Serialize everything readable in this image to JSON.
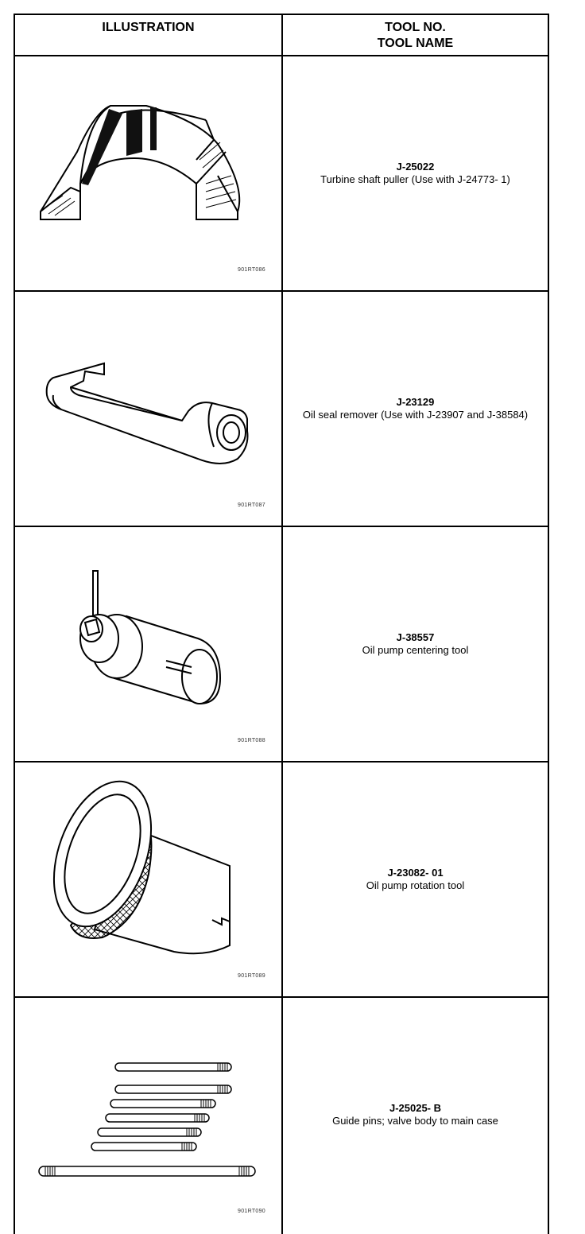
{
  "header": {
    "illustration": "ILLUSTRATION",
    "tool_no": "TOOL NO.",
    "tool_name": "TOOL NAME"
  },
  "rows": [
    {
      "tool_no": "J-25022",
      "tool_name": "Turbine shaft puller (Use with J-24773- 1)",
      "fig_code": "901RT086",
      "icon": "turbine-shaft-puller-icon"
    },
    {
      "tool_no": "J-23129",
      "tool_name": "Oil seal remover (Use with J-23907 and J-38584)",
      "fig_code": "901RT087",
      "icon": "oil-seal-remover-icon"
    },
    {
      "tool_no": "J-38557",
      "tool_name": "Oil pump centering tool",
      "fig_code": "901RT088",
      "icon": "oil-pump-centering-tool-icon"
    },
    {
      "tool_no": "J-23082- 01",
      "tool_name": "Oil pump rotation tool",
      "fig_code": "901RT089",
      "icon": "oil-pump-rotation-tool-icon"
    },
    {
      "tool_no": "J-25025- B",
      "tool_name": "Guide pins; valve body to main case",
      "fig_code": "901RT090",
      "icon": "guide-pins-icon"
    }
  ]
}
